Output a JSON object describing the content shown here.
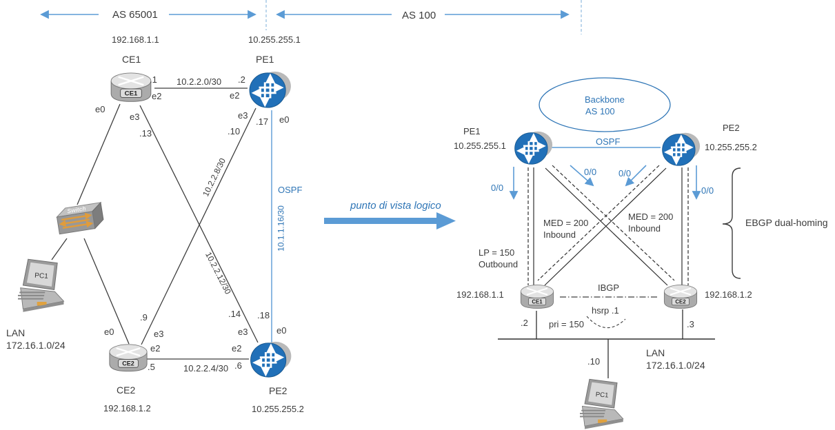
{
  "header": {
    "as_left": "AS 65001",
    "as_right": "AS 100"
  },
  "transform_arrow": {
    "label": "punto di vista logico"
  },
  "physical": {
    "ce1": {
      "name": "CE1",
      "ip": "192.168.1.1",
      "icon_label": "CE1"
    },
    "pe1": {
      "name": "PE1",
      "ip": "10.255.255.1"
    },
    "ce2": {
      "name": "CE2",
      "ip": "192.168.1.2",
      "icon_label": "CE2"
    },
    "pe2": {
      "name": "PE2",
      "ip": "10.255.255.2"
    },
    "switch_label": "Switch",
    "pc_label": "PC1",
    "lan": {
      "name": "LAN",
      "subnet": "172.16.1.0/24"
    },
    "links": {
      "ce1_pe1": {
        "subnet": "10.2.2.0/30",
        "ip_a": ".1",
        "ip_b": ".2",
        "if_a": "e2",
        "if_b": "e2"
      },
      "ce2_pe2": {
        "subnet": "10.2.2.4/30",
        "ip_a": ".5",
        "ip_b": ".6",
        "if_a": "e2",
        "if_b": "e2"
      },
      "ce2_pe1": {
        "subnet": "10.2.2.8/30",
        "ip_a": ".9",
        "ip_b": ".10",
        "if_a": "e3",
        "if_b": "e3"
      },
      "ce1_pe2": {
        "subnet": "10.2.2.12/30",
        "ip_a": ".13",
        "ip_b": ".14",
        "if_a": "e3",
        "if_b": "e3"
      },
      "pe1_pe2": {
        "protocol": "OSPF",
        "subnet": "10.1.1.16/30",
        "ip_a": ".17",
        "ip_b": ".18",
        "if_a": "e0",
        "if_b": "e0"
      },
      "ce1_lan_if": "e0",
      "ce2_lan_if": "e0"
    }
  },
  "logical": {
    "backbone": {
      "line1": "Backbone",
      "line2": "AS 100"
    },
    "ospf_label": "OSPF",
    "pe1": {
      "name": "PE1",
      "ip": "10.255.255.1"
    },
    "pe2": {
      "name": "PE2",
      "ip": "10.255.255.2"
    },
    "ce1": {
      "ip": "192.168.1.1",
      "icon_label": "CE1",
      "lan_ip": ".2"
    },
    "ce2": {
      "ip": "192.168.1.2",
      "icon_label": "CE2",
      "lan_ip": ".3"
    },
    "default_route": "0/0",
    "med": {
      "line1": "MED = 200",
      "line2": "Inbound"
    },
    "lp": {
      "line1": "LP = 150",
      "line2": "Outbound"
    },
    "ibgp_label": "IBGP",
    "hsrp_label": "hsrp .1",
    "pri_label": "pri = 150",
    "pc_lan_ip": ".10",
    "lan": {
      "name": "LAN",
      "subnet": "172.16.1.0/24"
    },
    "pc_label": "PC1",
    "ebgp_label": "EBGP dual-homing"
  },
  "colors": {
    "accent_blue": "#5B9BD5",
    "text_blue": "#2E75B6",
    "line_dark": "#3b3b3b"
  }
}
